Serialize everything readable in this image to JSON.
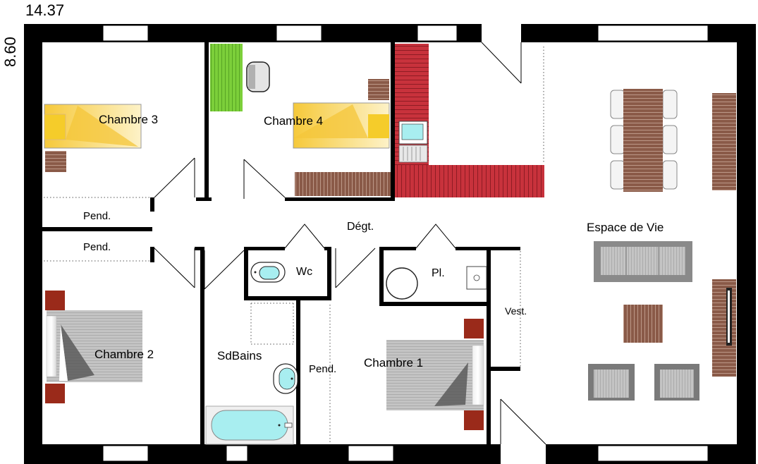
{
  "dimensions": {
    "width": "14.37",
    "height": "8.60"
  },
  "rooms": {
    "chambre3": "Chambre 3",
    "chambre4": "Chambre 4",
    "chambre2": "Chambre 2",
    "chambre1": "Chambre 1",
    "espace_de_vie": "Espace de Vie",
    "degt": "Dégt.",
    "wc": "Wc",
    "pl": "Pl.",
    "vest": "Vest.",
    "sdbains": "SdBains",
    "pend_upper": "Pend.",
    "pend_lower": "Pend.",
    "pend_bath": "Pend."
  },
  "colors": {
    "wall": "#000000",
    "kitchen_counter": "#c8323c",
    "bed_yellow": "#f5d84a",
    "bed_grey": "#b9b9b9",
    "wood": "#8a5a48",
    "green_unit": "#7ccf3a",
    "bath_water": "#a8eef0",
    "nightstand_red": "#9a2a1a"
  }
}
